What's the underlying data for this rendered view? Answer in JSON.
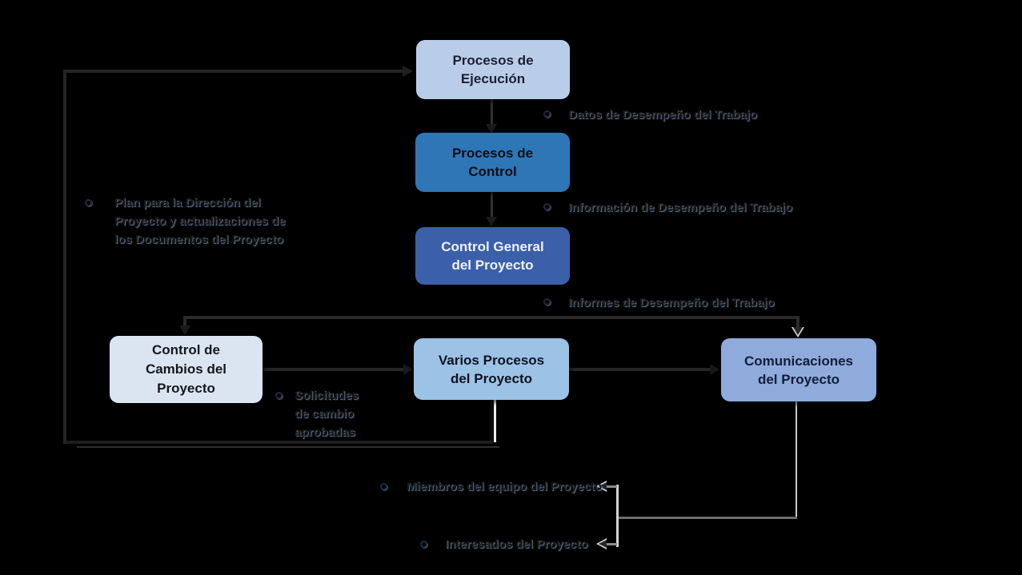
{
  "diagram": {
    "background": "#000000",
    "connector_color": "#262626",
    "light_connector_color": "#c8c8c8"
  },
  "boxes": {
    "ejecucion": {
      "lines": [
        "Procesos de",
        "Ejecución"
      ],
      "bg": "#b9cde9",
      "fg": "#1c2030"
    },
    "control": {
      "lines": [
        "Procesos de",
        "Control"
      ],
      "bg": "#2f76b7",
      "fg": "#0c0e12"
    },
    "control_general": {
      "lines": [
        "Control General",
        "del Proyecto"
      ],
      "bg": "#3c5fa9",
      "fg": "#eef2fb"
    },
    "cambios": {
      "lines": [
        "Control  de",
        "Cambios del",
        "Proyecto"
      ],
      "bg": "#dbe5f2",
      "fg": "#15171d"
    },
    "varios": {
      "lines": [
        "Varios Procesos",
        "del Proyecto"
      ],
      "bg": "#9cc3e6",
      "fg": "#0e1220"
    },
    "comunicaciones": {
      "lines": [
        "Comunicaciones",
        "del Proyecto"
      ],
      "bg": "#8fabdc",
      "fg": "#111d38"
    }
  },
  "labels": {
    "datos": {
      "text": "Datos de Desempeño del Trabajo"
    },
    "informacion": {
      "text": "Información de Desempeño del Trabajo"
    },
    "informes": {
      "text": "Informes de Desempeño del Trabajo"
    },
    "plan": {
      "lines": [
        "Plan para la Dirección del",
        "Proyecto y actualizaciones de",
        "los Documentos del Proyecto"
      ]
    },
    "solicitudes": {
      "lines": [
        "Solicitudes",
        "de cambio",
        "aprobadas"
      ]
    },
    "miembros": {
      "text": "Miembros del equipo del Proyecto"
    },
    "interesados": {
      "text": "Interesados del Proyecto"
    }
  }
}
